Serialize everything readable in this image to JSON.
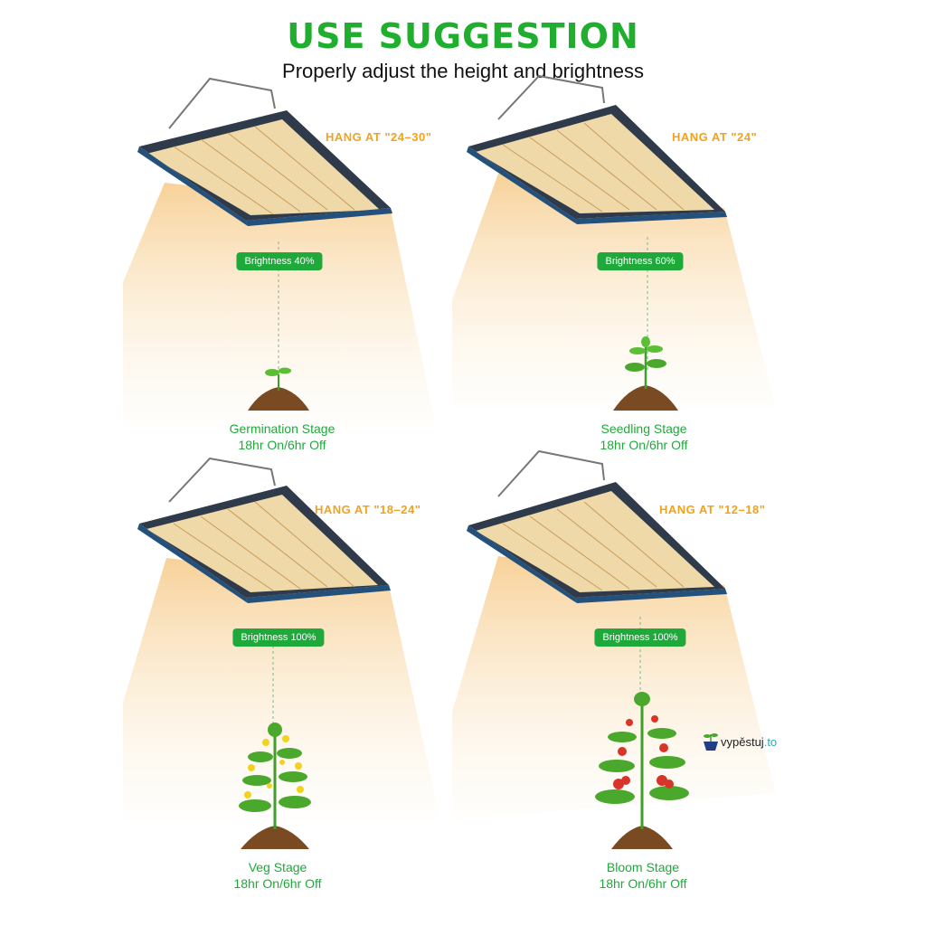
{
  "title": "USE SUGGESTION",
  "subtitle": "Properly adjust the height and brightness",
  "colors": {
    "accent_green": "#1fa93a",
    "hang_orange": "#f3a21b",
    "light_beam": "#f9d8a3"
  },
  "panels": [
    {
      "hang": "HANG AT \"24–30\"",
      "brightness": "Brightness 40%",
      "stage": "Germination Stage",
      "schedule": "18hr On/6hr Off",
      "plant": "sprout-icon"
    },
    {
      "hang": "HANG AT \"24\"",
      "brightness": "Brightness 60%",
      "stage": "Seedling Stage",
      "schedule": "18hr On/6hr Off",
      "plant": "seedling-icon"
    },
    {
      "hang": "HANG AT \"18–24\"",
      "brightness": "Brightness 100%",
      "stage": "Veg Stage",
      "schedule": "18hr On/6hr Off",
      "plant": "flowering-plant-icon"
    },
    {
      "hang": "HANG AT \"12–18\"",
      "brightness": "Brightness 100%",
      "stage": "Bloom Stage",
      "schedule": "18hr On/6hr Off",
      "plant": "tomato-plant-icon"
    }
  ],
  "watermark": {
    "text_main": "vypěstuj",
    "text_suffix": ".to",
    "icon": "potted-plant-icon"
  }
}
